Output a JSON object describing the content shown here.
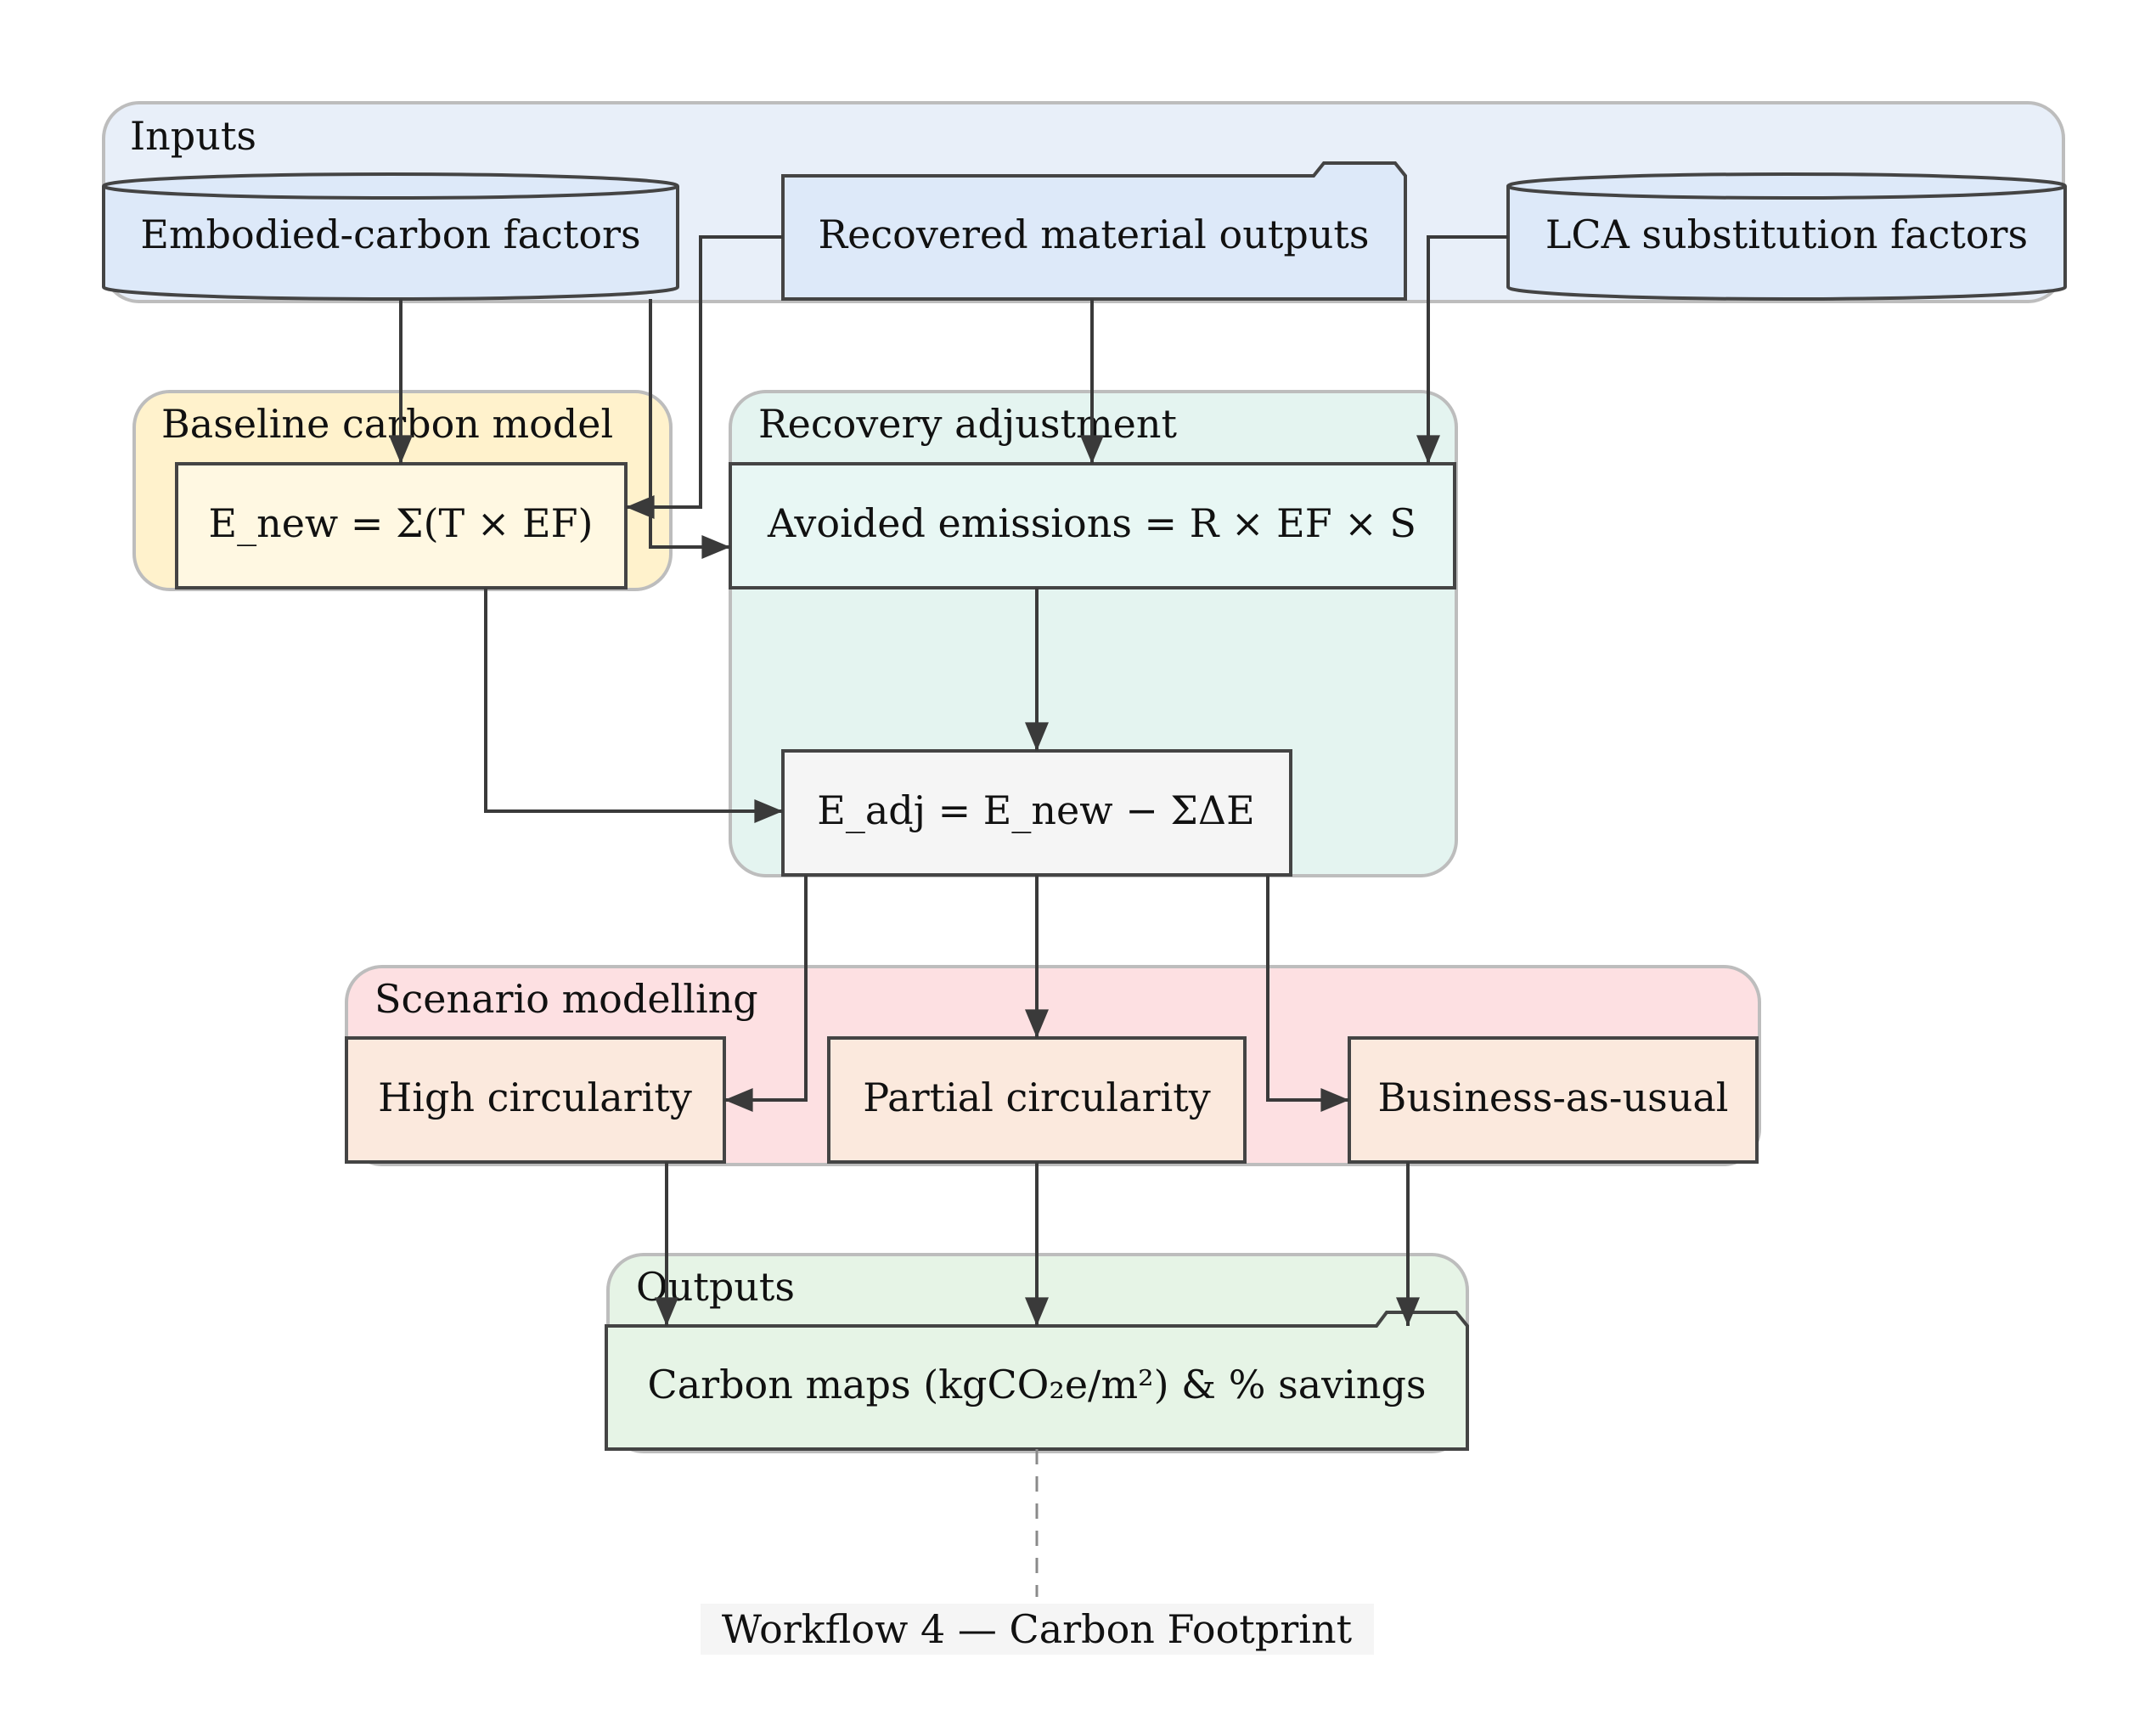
{
  "clusters": {
    "inputs": {
      "label": "Inputs",
      "fill": "#e8eff9"
    },
    "baseline": {
      "label": "Baseline carbon model",
      "fill": "#fff2cc"
    },
    "recovery": {
      "label": "Recovery adjustment",
      "fill": "#e4f4f0"
    },
    "scenario": {
      "label": "Scenario modelling",
      "fill": "#fde0e2"
    },
    "outputs": {
      "label": "Outputs",
      "fill": "#e6f4e6"
    }
  },
  "nodes": {
    "embodied": {
      "label": "Embodied-carbon factors",
      "shape": "cylinder",
      "fill": "#dde9f9"
    },
    "recovered": {
      "label": "Recovered material outputs",
      "shape": "folder",
      "fill": "#dde9f9"
    },
    "lca": {
      "label": "LCA substitution factors",
      "shape": "cylinder",
      "fill": "#dde9f9"
    },
    "e_new": {
      "label": "E_new = Σ(T × EF)",
      "shape": "box",
      "fill": "#fff8e2"
    },
    "avoided": {
      "label": "Avoided emissions = R × EF × S",
      "shape": "box",
      "fill": "#e8f7f4"
    },
    "e_adj": {
      "label": "E_adj = E_new − ΣΔE",
      "shape": "box",
      "fill": "#f5f5f5"
    },
    "high": {
      "label": "High circularity",
      "shape": "box",
      "fill": "#fbe9dd"
    },
    "partial": {
      "label": "Partial circularity",
      "shape": "box",
      "fill": "#fbe9dd"
    },
    "bau": {
      "label": "Business-as-usual",
      "shape": "box",
      "fill": "#fbe9dd"
    },
    "maps": {
      "label": "Carbon maps (kgCO₂e/m²) & % savings",
      "shape": "folder",
      "fill": "#e6f4e6"
    }
  },
  "edges": [
    {
      "from": "embodied",
      "to": "e_new"
    },
    {
      "from": "recovered",
      "to": "e_new"
    },
    {
      "from": "embodied",
      "to": "avoided"
    },
    {
      "from": "recovered",
      "to": "avoided"
    },
    {
      "from": "lca",
      "to": "avoided"
    },
    {
      "from": "avoided",
      "to": "e_adj"
    },
    {
      "from": "e_new",
      "to": "e_adj"
    },
    {
      "from": "e_adj",
      "to": "high"
    },
    {
      "from": "e_adj",
      "to": "partial"
    },
    {
      "from": "e_adj",
      "to": "bau"
    },
    {
      "from": "high",
      "to": "maps"
    },
    {
      "from": "partial",
      "to": "maps"
    },
    {
      "from": "bau",
      "to": "maps"
    },
    {
      "from": "maps",
      "to": "caption",
      "style": "dashed"
    }
  ],
  "caption": {
    "label": "Workflow 4 — Carbon Footprint",
    "fill": "#f5f5f5"
  }
}
